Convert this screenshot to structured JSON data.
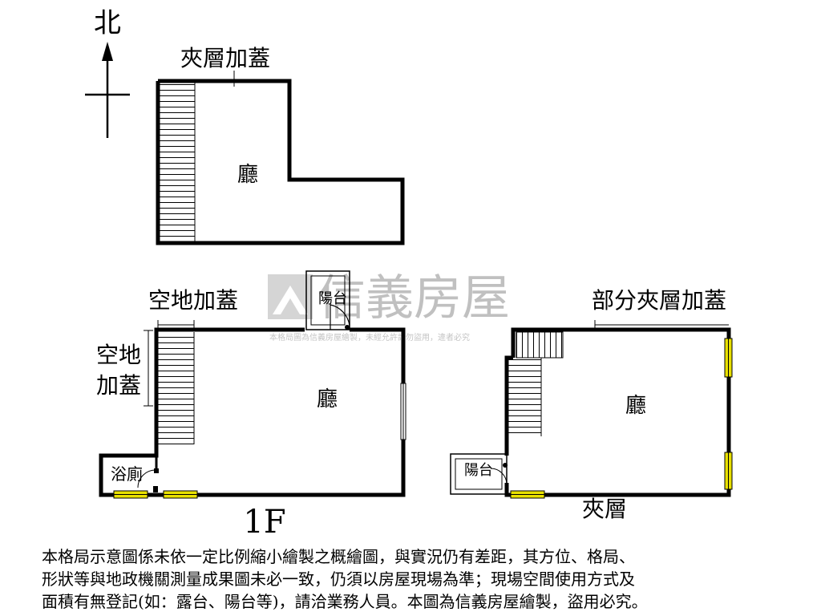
{
  "compass": {
    "label": "北"
  },
  "mezzanine": {
    "title": "夾層加蓋",
    "room": "廳"
  },
  "first_floor": {
    "extension_top": "空地加蓋",
    "extension_side_1": "空地",
    "extension_side_2": "加蓋",
    "room": "廳",
    "balcony": "陽台",
    "bath_kitchen": "浴廁",
    "floor_label": "1F"
  },
  "partial_mezzanine": {
    "title": "部分夾層加蓋",
    "room": "廳",
    "balcony": "陽台",
    "floor_label": "夾層"
  },
  "watermark": {
    "brand": "信義房屋",
    "notice": "本格局圖為信義房屋繪製，未經允許請勿盜用，違者必究"
  },
  "disclaimer": {
    "line1": "本格局示意圖係未依一定比例縮小繪製之概繪圖，與實況仍有差距，其方位、格局、",
    "line2": "形狀等與地政機關測量成果圖未必一致，仍須以房屋現場為準；現場空間使用方式及",
    "line3": "面積有無登記(如：露台、陽台等)，請洽業務人員。本圖為信義房屋繪製，盜用必究。"
  },
  "colors": {
    "wall": "#000000",
    "window": "#e8e000",
    "watermark": "#b4b4b4"
  }
}
